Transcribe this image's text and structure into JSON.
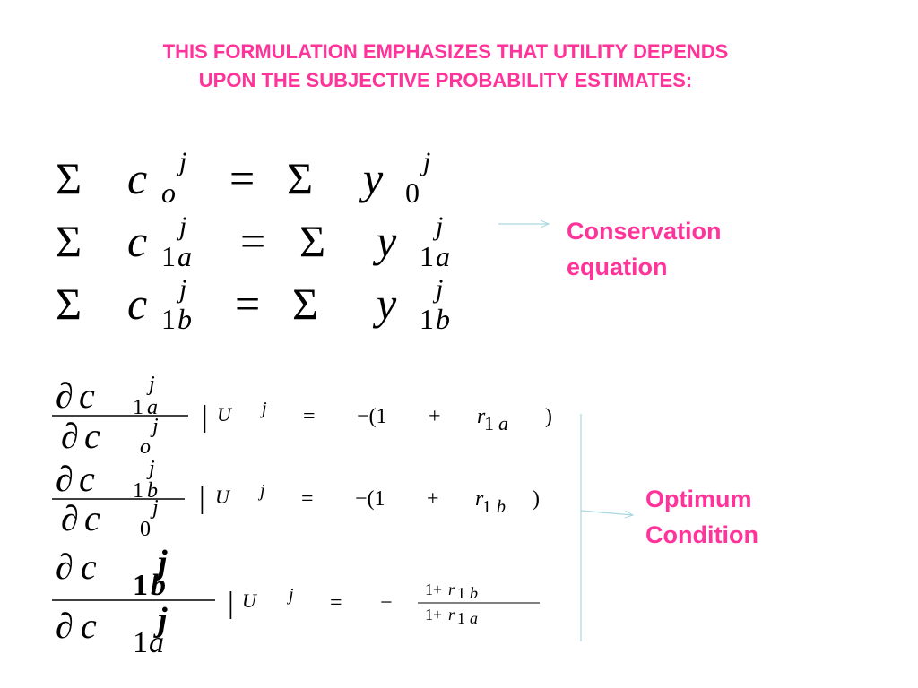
{
  "title": {
    "line1": "THIS FORMULATION EMPHASIZES THAT UTILITY DEPENDS",
    "line2": "UPON THE SUBJECTIVE PROBABILITY ESTIMATES:"
  },
  "labels": {
    "conservation_line1": "Conservation",
    "conservation_line2": "equation",
    "optimum_line1": "Optimum",
    "optimum_line2": "Condition"
  },
  "colors": {
    "title": "#ff3399",
    "labels": "#ff3399",
    "arrows": "#a8d8e0"
  },
  "conservation_equations": [
    {
      "lhs": "Σ c",
      "lhs_sub": "o",
      "sup": "j",
      "rhs": "Σ y",
      "rhs_sub": "0"
    },
    {
      "lhs": "Σ c",
      "lhs_sub": "1a",
      "sup": "j",
      "rhs": "Σ y",
      "rhs_sub": "1a"
    },
    {
      "lhs": "Σ c",
      "lhs_sub": "1b",
      "sup": "j",
      "rhs": "Σ y",
      "rhs_sub": "1b"
    }
  ],
  "optimum_equations": [
    {
      "numerator_sub": "1a",
      "denominator_sub": "o",
      "rhs": "−(1 + r_1a)"
    },
    {
      "numerator_sub": "1b",
      "denominator_sub": "0",
      "rhs": "−(1 + r_1b)"
    },
    {
      "numerator_sub": "1b",
      "denominator_sub": "1a",
      "rhs": "−(1+r_1b)/(1+r_1a)"
    }
  ]
}
